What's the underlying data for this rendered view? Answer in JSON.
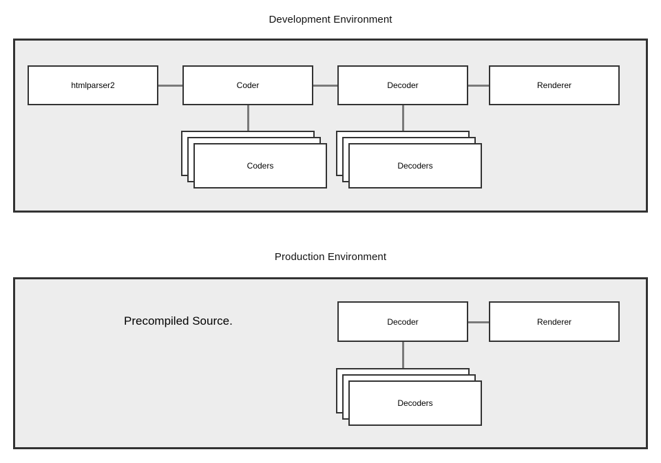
{
  "diagram": {
    "background_color": "#ffffff",
    "container_fill": "#ededed",
    "border_color": "#333333",
    "connector_color": "#7a7a7a"
  },
  "sections": {
    "development": {
      "title": "Development Environment",
      "nodes": {
        "htmlparser2": "htmlparser2",
        "coder": "Coder",
        "decoder": "Decoder",
        "renderer": "Renderer",
        "coders_stack": "Coders",
        "decoders_stack": "Decoders"
      }
    },
    "production": {
      "title": "Production Environment",
      "note": "Precompiled Source.",
      "nodes": {
        "decoder": "Decoder",
        "renderer": "Renderer",
        "decoders_stack": "Decoders"
      }
    }
  }
}
